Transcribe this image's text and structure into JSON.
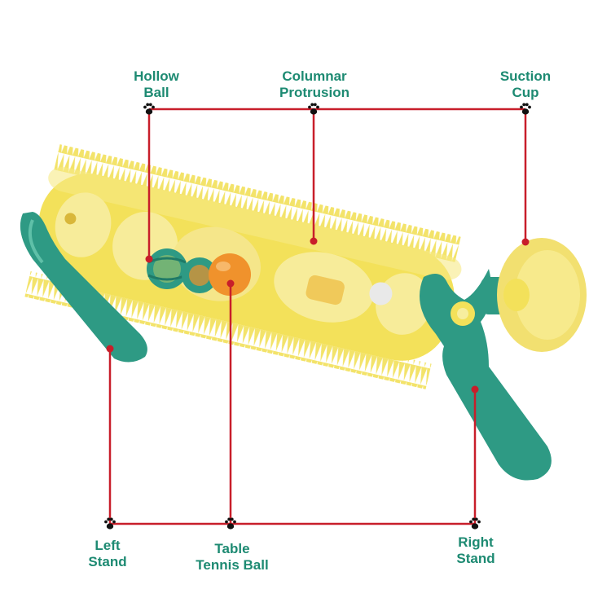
{
  "colors": {
    "label_text": "#1d8a72",
    "leader_line": "#c81e2a",
    "paw_icon": "#111111",
    "toy_yellow": "#f3e15a",
    "toy_teal": "#2e9a84",
    "ball_orange": "#f0922c"
  },
  "labels": {
    "hollow_ball": "Hollow\nBall",
    "columnar_protrusion": "Columnar\nProtrusion",
    "suction_cup": "Suction\nCup",
    "left_stand": "Left\nStand",
    "table_tennis_ball": "Table\nTennis Ball",
    "right_stand": "Right\nStand"
  },
  "icons": {
    "marker": "paw-icon",
    "anchor": "dot-marker"
  }
}
